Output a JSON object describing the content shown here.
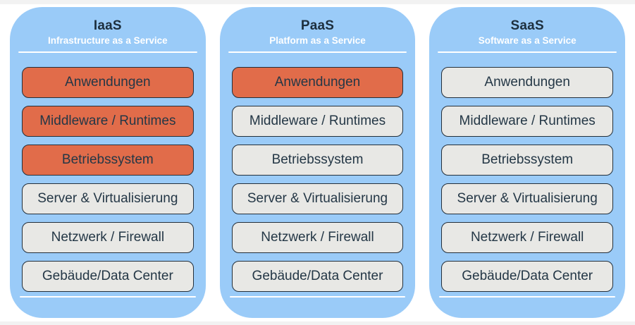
{
  "columns": [
    {
      "id": "iaas",
      "title": "IaaS",
      "subtitle": "Infrastructure as a Service",
      "layers": [
        {
          "label": "Anwendungen",
          "highlighted": true
        },
        {
          "label": "Middleware / Runtimes",
          "highlighted": true
        },
        {
          "label": "Betriebssystem",
          "highlighted": true
        },
        {
          "label": "Server & Virtualisierung",
          "highlighted": false
        },
        {
          "label": "Netzwerk / Firewall",
          "highlighted": false
        },
        {
          "label": "Gebäude/Data Center",
          "highlighted": false
        }
      ]
    },
    {
      "id": "paas",
      "title": "PaaS",
      "subtitle": "Platform as a Service",
      "layers": [
        {
          "label": "Anwendungen",
          "highlighted": true
        },
        {
          "label": "Middleware / Runtimes",
          "highlighted": false
        },
        {
          "label": "Betriebssystem",
          "highlighted": false
        },
        {
          "label": "Server & Virtualisierung",
          "highlighted": false
        },
        {
          "label": "Netzwerk / Firewall",
          "highlighted": false
        },
        {
          "label": "Gebäude/Data Center",
          "highlighted": false
        }
      ]
    },
    {
      "id": "saas",
      "title": "SaaS",
      "subtitle": "Software as a Service",
      "layers": [
        {
          "label": "Anwendungen",
          "highlighted": false
        },
        {
          "label": "Middleware / Runtimes",
          "highlighted": false
        },
        {
          "label": "Betriebssystem",
          "highlighted": false
        },
        {
          "label": "Server & Virtualisierung",
          "highlighted": false
        },
        {
          "label": "Netzwerk / Firewall",
          "highlighted": false
        },
        {
          "label": "Gebäude/Data Center",
          "highlighted": false
        }
      ]
    }
  ],
  "colors": {
    "column_bg": "#9acbf8",
    "highlight": "#e16c4a",
    "neutral": "#e8e8e5",
    "box_border": "#232f3a",
    "box_text": "#243746",
    "title_text": "#1d2f3e",
    "subtitle_text": "#ffffff",
    "rule": "#ffffff",
    "page_bg": "#ffffff",
    "edge_strip": "#f2f2f2"
  }
}
